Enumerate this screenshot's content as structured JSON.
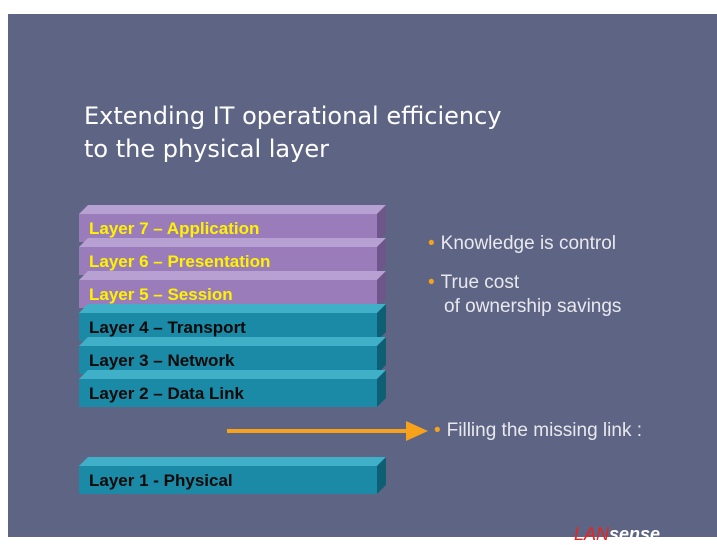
{
  "slide": {
    "title_line1": "Extending IT operational efficiency",
    "title_line2": "to the physical layer"
  },
  "layers": [
    {
      "label": "Layer 7 – Application",
      "group": "upper"
    },
    {
      "label": "Layer 6 – Presentation",
      "group": "upper"
    },
    {
      "label": "Layer 5 – Session",
      "group": "upper"
    },
    {
      "label": "Layer 4 – Transport",
      "group": "lower"
    },
    {
      "label": "Layer 3 – Network",
      "group": "lower"
    },
    {
      "label": "Layer 2 – Data Link",
      "group": "lower"
    },
    {
      "label": "Layer 1 - Physical",
      "group": "lower"
    }
  ],
  "bullets": {
    "b1": "Knowledge is control",
    "b2_line1": "True cost",
    "b2_line2": "of ownership savings",
    "b3": "Filling the missing link :"
  },
  "logo": {
    "part1": "LAN",
    "part2": "sense"
  },
  "colors": {
    "background": "#5e6584",
    "upper_layer_face": "#9a7cba",
    "upper_layer_text": "#fff200",
    "lower_layer_face": "#1a8aa6",
    "lower_layer_text": "#0a0a0a",
    "accent_orange": "#f7a21b",
    "logo_red": "#e8241e"
  }
}
